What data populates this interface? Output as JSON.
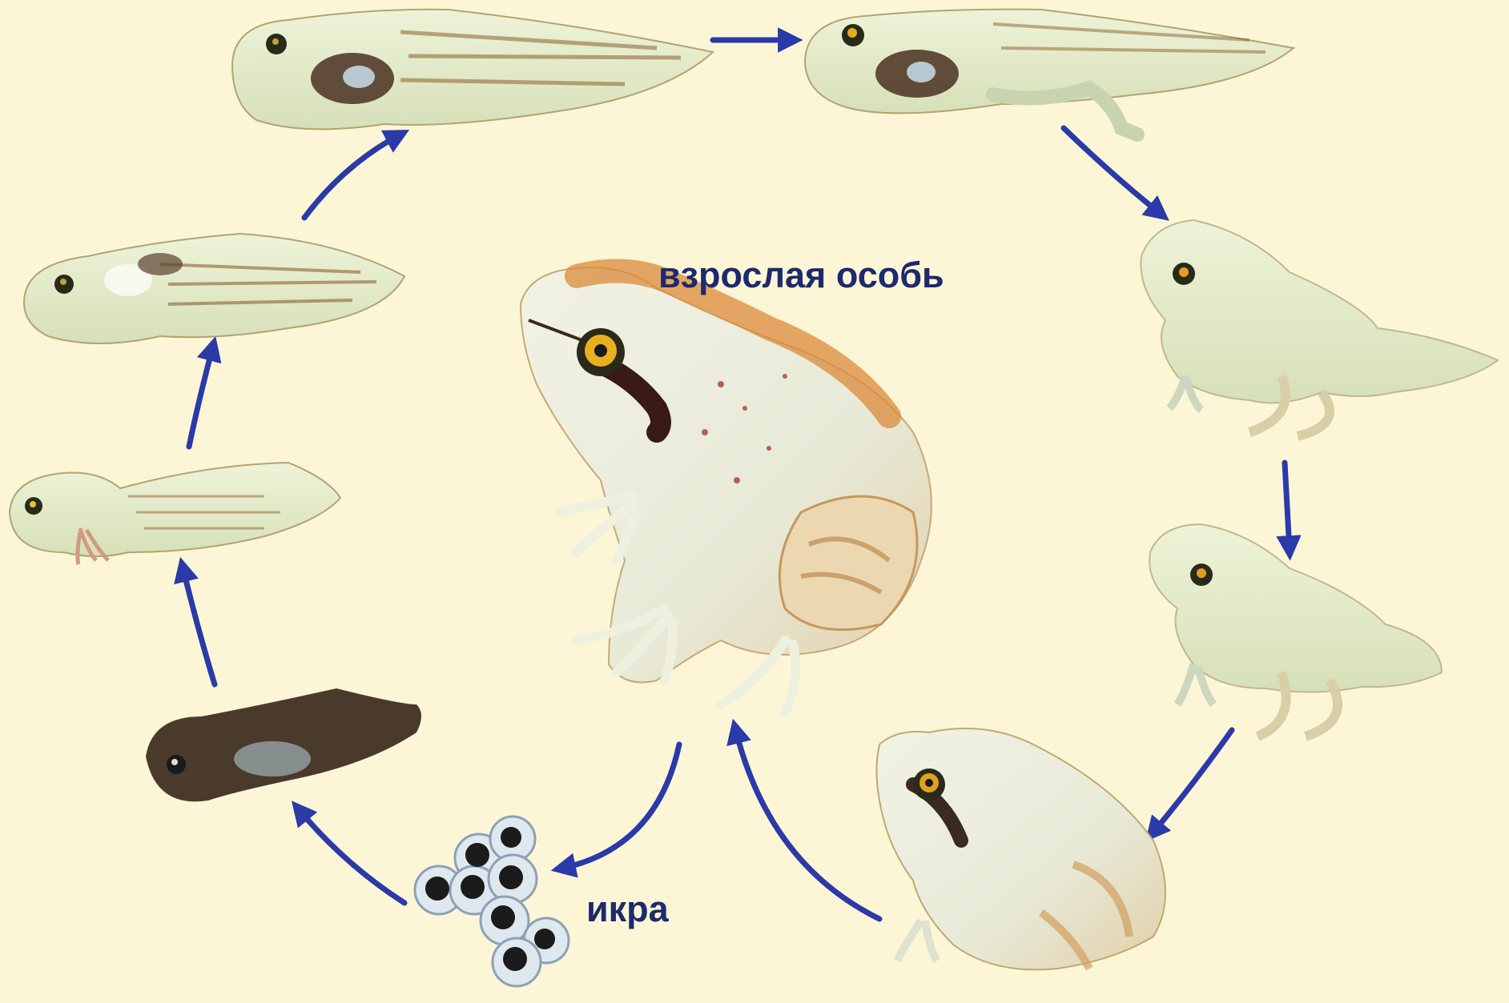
{
  "labels": {
    "adult": "взрослая особь",
    "eggs": "икра"
  },
  "colors": {
    "background": "#fdf6d6",
    "arrow": "#2a3aa8",
    "label": "#1c2a6e",
    "body_pale": "#e6edcf",
    "body_dark": "#4a3a2c",
    "accent_orange": "#d98a3a"
  },
  "stages": [
    "eggs",
    "embryo",
    "tadpole-external-gills",
    "tadpole",
    "tadpole-large",
    "tadpole-hind-legs",
    "froglet-with-tail",
    "froglet-short-tail",
    "young-frog",
    "adult-frog"
  ]
}
